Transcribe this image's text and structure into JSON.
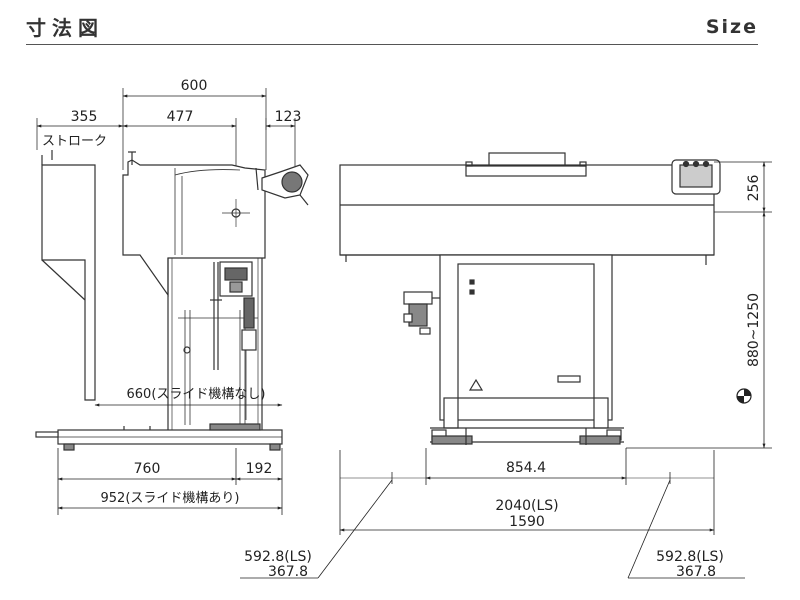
{
  "header": {
    "title_ja": "寸法図",
    "title_en": "Size"
  },
  "dimensions": {
    "d600": "600",
    "d355": "355",
    "d477": "477",
    "d123": "123",
    "stroke": "ストローク",
    "d660": "660(スライド機構なし)",
    "d760": "760",
    "d192": "192",
    "d952": "952(スライド機構あり)",
    "d256": "256",
    "d880_1250": "880~1250",
    "d854": "854.4",
    "d2040": "2040(LS)",
    "d1590": "1590",
    "left_a": "592.8(LS)",
    "left_b": "367.8",
    "right_a": "592.8(LS)",
    "right_b": "367.8"
  }
}
